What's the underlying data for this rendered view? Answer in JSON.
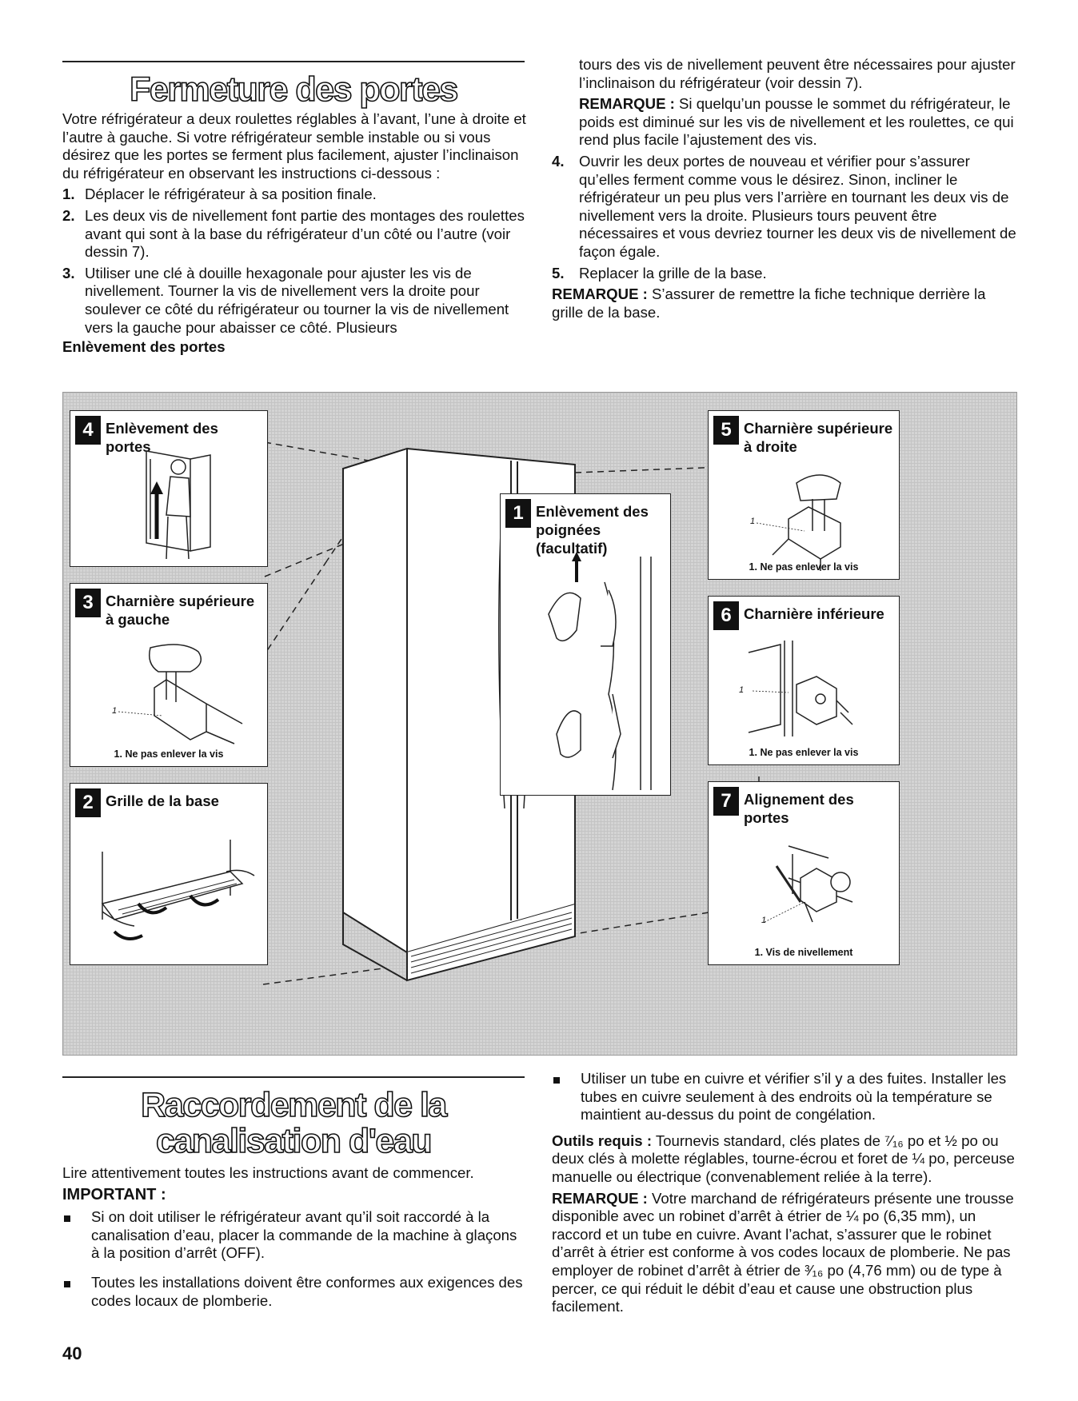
{
  "section1": {
    "title": "Fermeture des portes",
    "intro": "Votre réfrigérateur a deux roulettes réglables à l’avant, l’une à droite et l’autre à gauche. Si votre réfrigérateur semble instable ou si vous désirez que les portes se ferment plus facilement, ajuster l’inclinaison du réfrigérateur en observant les instructions ci-dessous :",
    "steps": [
      {
        "n": "1.",
        "text": "Déplacer le réfrigérateur à sa position finale."
      },
      {
        "n": "2.",
        "text": "Les deux vis de nivellement font partie des montages des roulettes avant qui sont à la base du réfrigérateur d’un côté ou l’autre (voir dessin 7)."
      },
      {
        "n": "3.",
        "text": "Utiliser une clé à douille hexagonale pour ajuster les vis de nivellement. Tourner la vis de nivellement vers la droite pour soulever ce côté du réfrigérateur ou tourner la vis de nivellement vers la gauche pour abaisser ce côté. Plusieurs"
      }
    ],
    "subheading": "Enlèvement des portes",
    "continuation": "tours des vis de nivellement peuvent être nécessaires pour ajuster l’inclinaison du réfrigérateur (voir dessin 7).",
    "remark1_label": "REMARQUE :",
    "remark1_text": " Si quelqu’un pousse le sommet du réfrigérateur, le poids est diminué sur les vis de nivellement et les roulettes, ce qui rend plus facile l’ajustement des vis.",
    "step4_n": "4.",
    "step4_text": "Ouvrir les deux portes de nouveau et vérifier pour s’assurer qu’elles ferment comme  vous le désirez. Sinon, incliner le réfrigérateur un peu plus vers l’arrière en tournant les deux vis de nivellement vers la droite. Plusieurs tours peuvent être nécessaires et vous devriez tourner les deux vis de nivellement de façon égale.",
    "step5_n": "5.",
    "step5_text": "Replacer la grille de la base.",
    "remark2_label": "REMARQUE :",
    "remark2_text": " S’assurer de remettre la fiche technique derrière la grille de la base."
  },
  "diagram": {
    "panels": [
      {
        "num": "4",
        "title": "Enlèvement des portes"
      },
      {
        "num": "3",
        "title": "Charnière supérieure\nà gauche",
        "caption": "1. Ne pas enlever la vis",
        "callout": "1"
      },
      {
        "num": "2",
        "title": "Grille de la base"
      },
      {
        "num": "1",
        "title": "Enlèvement des\npoignées (facultatif)"
      },
      {
        "num": "5",
        "title": "Charnière supérieure\nà droite",
        "caption": "1. Ne pas enlever la vis",
        "callout": "1"
      },
      {
        "num": "6",
        "title": "Charnière inférieure",
        "caption": "1. Ne pas enlever la vis",
        "callout": "1"
      },
      {
        "num": "7",
        "title": "Alignement des\nportes",
        "caption": "1. Vis de nivellement",
        "callout": "1"
      }
    ]
  },
  "section2": {
    "title_line1": "Raccordement de la",
    "title_line2": "canalisation d'eau",
    "intro": "Lire attentivement toutes les instructions avant de commencer.",
    "important": "IMPORTANT :",
    "bullets_left": [
      "Si on doit utiliser le réfrigérateur avant qu’il soit raccordé à la canalisation d’eau, placer la commande de la machine à glaçons à la position d’arrêt (OFF).",
      "Toutes les installations doivent être conformes aux exigences des codes locaux de plomberie."
    ],
    "bullet_right": "Utiliser un tube en cuivre et vérifier s’il y a des fuites. Installer les tubes en cuivre seulement à des endroits où la température se maintient au-dessus du point de congélation.",
    "tools_label": "Outils requis :",
    "tools_text": " Tournevis standard, clés plates de ⁷⁄₁₆ po et ½ po ou deux clés à molette réglables, tourne-écrou et foret de ¼ po, perceuse manuelle ou électrique (convenablement reliée à la terre).",
    "remark_label": "REMARQUE :",
    "remark_text": " Votre marchand de réfrigérateurs présente une trousse disponible avec un robinet d’arrêt à étrier de ¼ po (6,35 mm), un raccord et un tube en cuivre. Avant l’achat, s’assurer que le robinet d’arrêt à étrier est conforme à vos codes locaux de plomberie. Ne pas employer de robinet d’arrêt à étrier de ³⁄₁₆ po (4,76 mm) ou de type à percer, ce qui réduit le débit d’eau et cause une obstruction plus facilement."
  },
  "page_number": "40"
}
